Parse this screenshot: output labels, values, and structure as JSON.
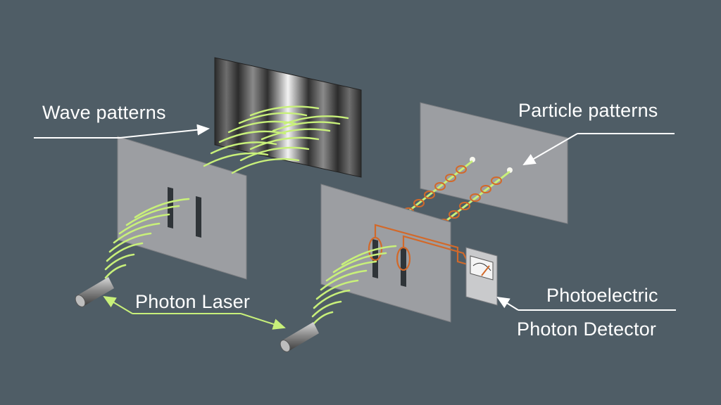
{
  "labels": {
    "wave_patterns": "Wave patterns",
    "particle_patterns": "Particle patterns",
    "photon_laser": "Photon Laser",
    "photoelectric": "Photoelectric",
    "photon_detector": "Photon Detector"
  },
  "colors": {
    "background": "#4f5d66",
    "screen": "#9c9ea2",
    "wave": "#c8f07a",
    "detector_wire": "#d2692a",
    "text": "#ffffff"
  },
  "icons": [
    "photon-laser-icon",
    "photon-detector-meter-icon"
  ]
}
